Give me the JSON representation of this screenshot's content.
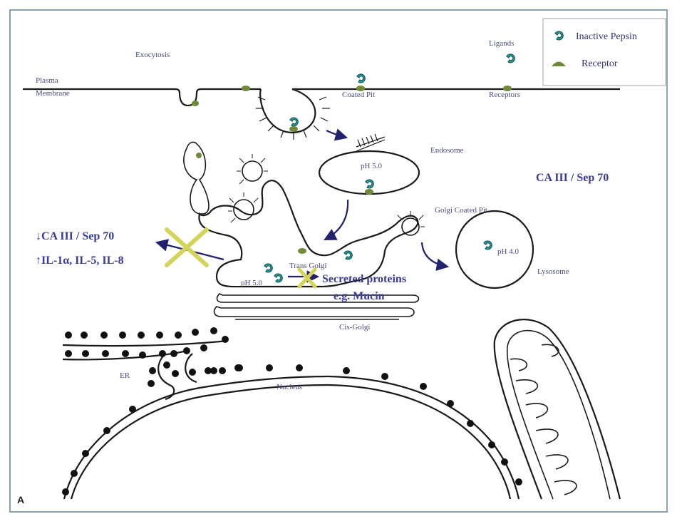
{
  "panel_label": "A",
  "legend": {
    "inactive_pepsin": "Inactive Pepsin",
    "receptor": "Receptor"
  },
  "labels": {
    "exocytosis": "Exocytosis",
    "plasma_line1": "Plasma",
    "plasma_line2": "Membrane",
    "coated_pit": "Coated Pit",
    "ligands": "Ligands",
    "receptors": "Receptors",
    "endosome": "Endosome",
    "endosome_ph": "pH 5.0",
    "ca_iii_sep70": "CA III / Sep 70",
    "golgi_coated_pit": "Golgi Coated Pit",
    "lysosome": "Lysosome",
    "lysosome_ph": "pH 4.0",
    "down_effect": "↓CA III / Sep 70",
    "up_effect": "↑IL-1α, IL-5, IL-8",
    "trans_golgi": "Trans Golgi",
    "trans_golgi_ph": "pH 5.0",
    "secreted_line1": "Secreted proteins",
    "secreted_line2": "e.g. Mucin",
    "cis_golgi": "Cis-Golgi",
    "er": "ER",
    "nucleus": "Nucleus"
  },
  "colors": {
    "pepsin": "#2a9a9a",
    "receptor": "#6f8a3a",
    "arrow": "#22226e",
    "block_cross": "#d4d45a",
    "frame": "#8aa0b4"
  }
}
